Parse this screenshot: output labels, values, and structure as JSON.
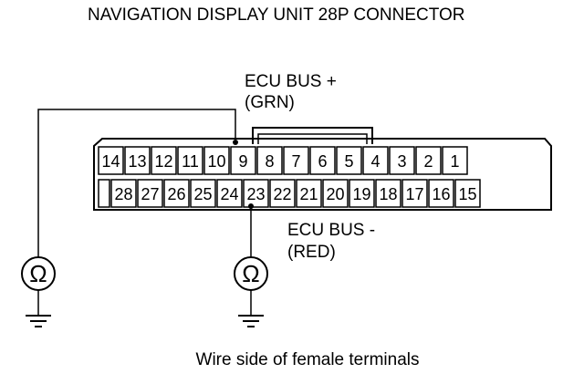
{
  "title": "NAVIGATION DISPLAY UNIT 28P CONNECTOR",
  "labels": {
    "bus_plus": "ECU BUS +",
    "bus_plus_color": "(GRN)",
    "bus_minus": "ECU BUS -",
    "bus_minus_color": "(RED)"
  },
  "connector": {
    "top_row": [
      "14",
      "13",
      "12",
      "11",
      "10",
      "9",
      "8",
      "7",
      "6",
      "5",
      "4",
      "3",
      "2",
      "1"
    ],
    "bottom_row": [
      "",
      "28",
      "27",
      "26",
      "25",
      "24",
      "23",
      "22",
      "21",
      "20",
      "19",
      "18",
      "17",
      "16",
      "15"
    ]
  },
  "meter_symbol": "Ω",
  "caption": "Wire side of female terminals"
}
